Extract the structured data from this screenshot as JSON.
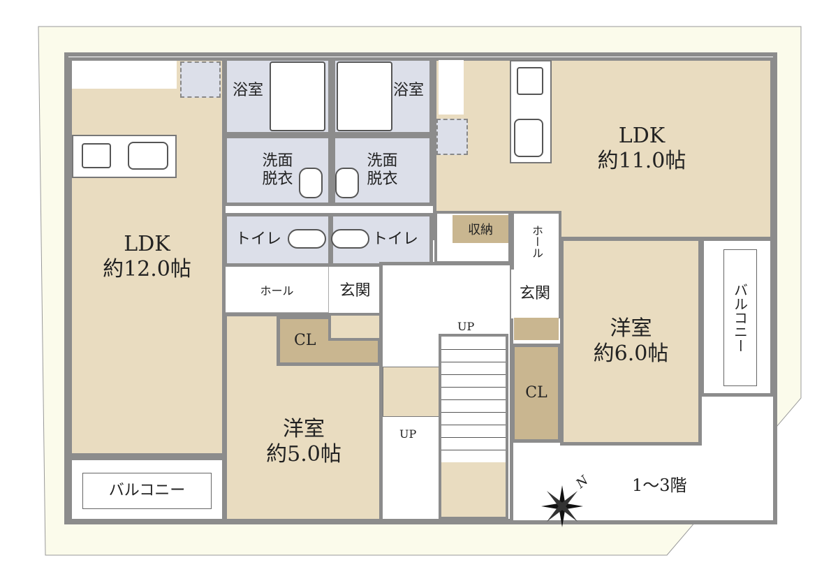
{
  "rooms": {
    "ldk_left": {
      "name": "LDK",
      "size": "約12.0帖"
    },
    "ldk_right": {
      "name": "LDK",
      "size": "約11.0帖"
    },
    "western_left": {
      "name": "洋室",
      "size": "約5.0帖"
    },
    "western_right": {
      "name": "洋室",
      "size": "約6.0帖"
    },
    "bath_left": "浴室",
    "bath_right": "浴室",
    "wash_left": "洗面\n脱衣",
    "wash_right": "洗面\n脱衣",
    "toilet_left": "トイレ",
    "toilet_right": "トイレ",
    "hall_left": "ホール",
    "hall_right": "ホール",
    "entrance_left": "玄関",
    "entrance_right": "玄関",
    "storage": "収納",
    "closet_left": "CL",
    "closet_right": "CL",
    "balcony_left": "バルコニー",
    "balcony_right": "バルコニー",
    "up_upper": "UP",
    "up_lower": "UP"
  },
  "floor_label": "1～3階",
  "compass": {
    "label": "N"
  },
  "colors": {
    "lot": "#fbfbeb",
    "floor": "#e9dcc0",
    "closet": "#c9b690",
    "wet": "#dcdfe9",
    "wall": "#8c8c8c"
  }
}
